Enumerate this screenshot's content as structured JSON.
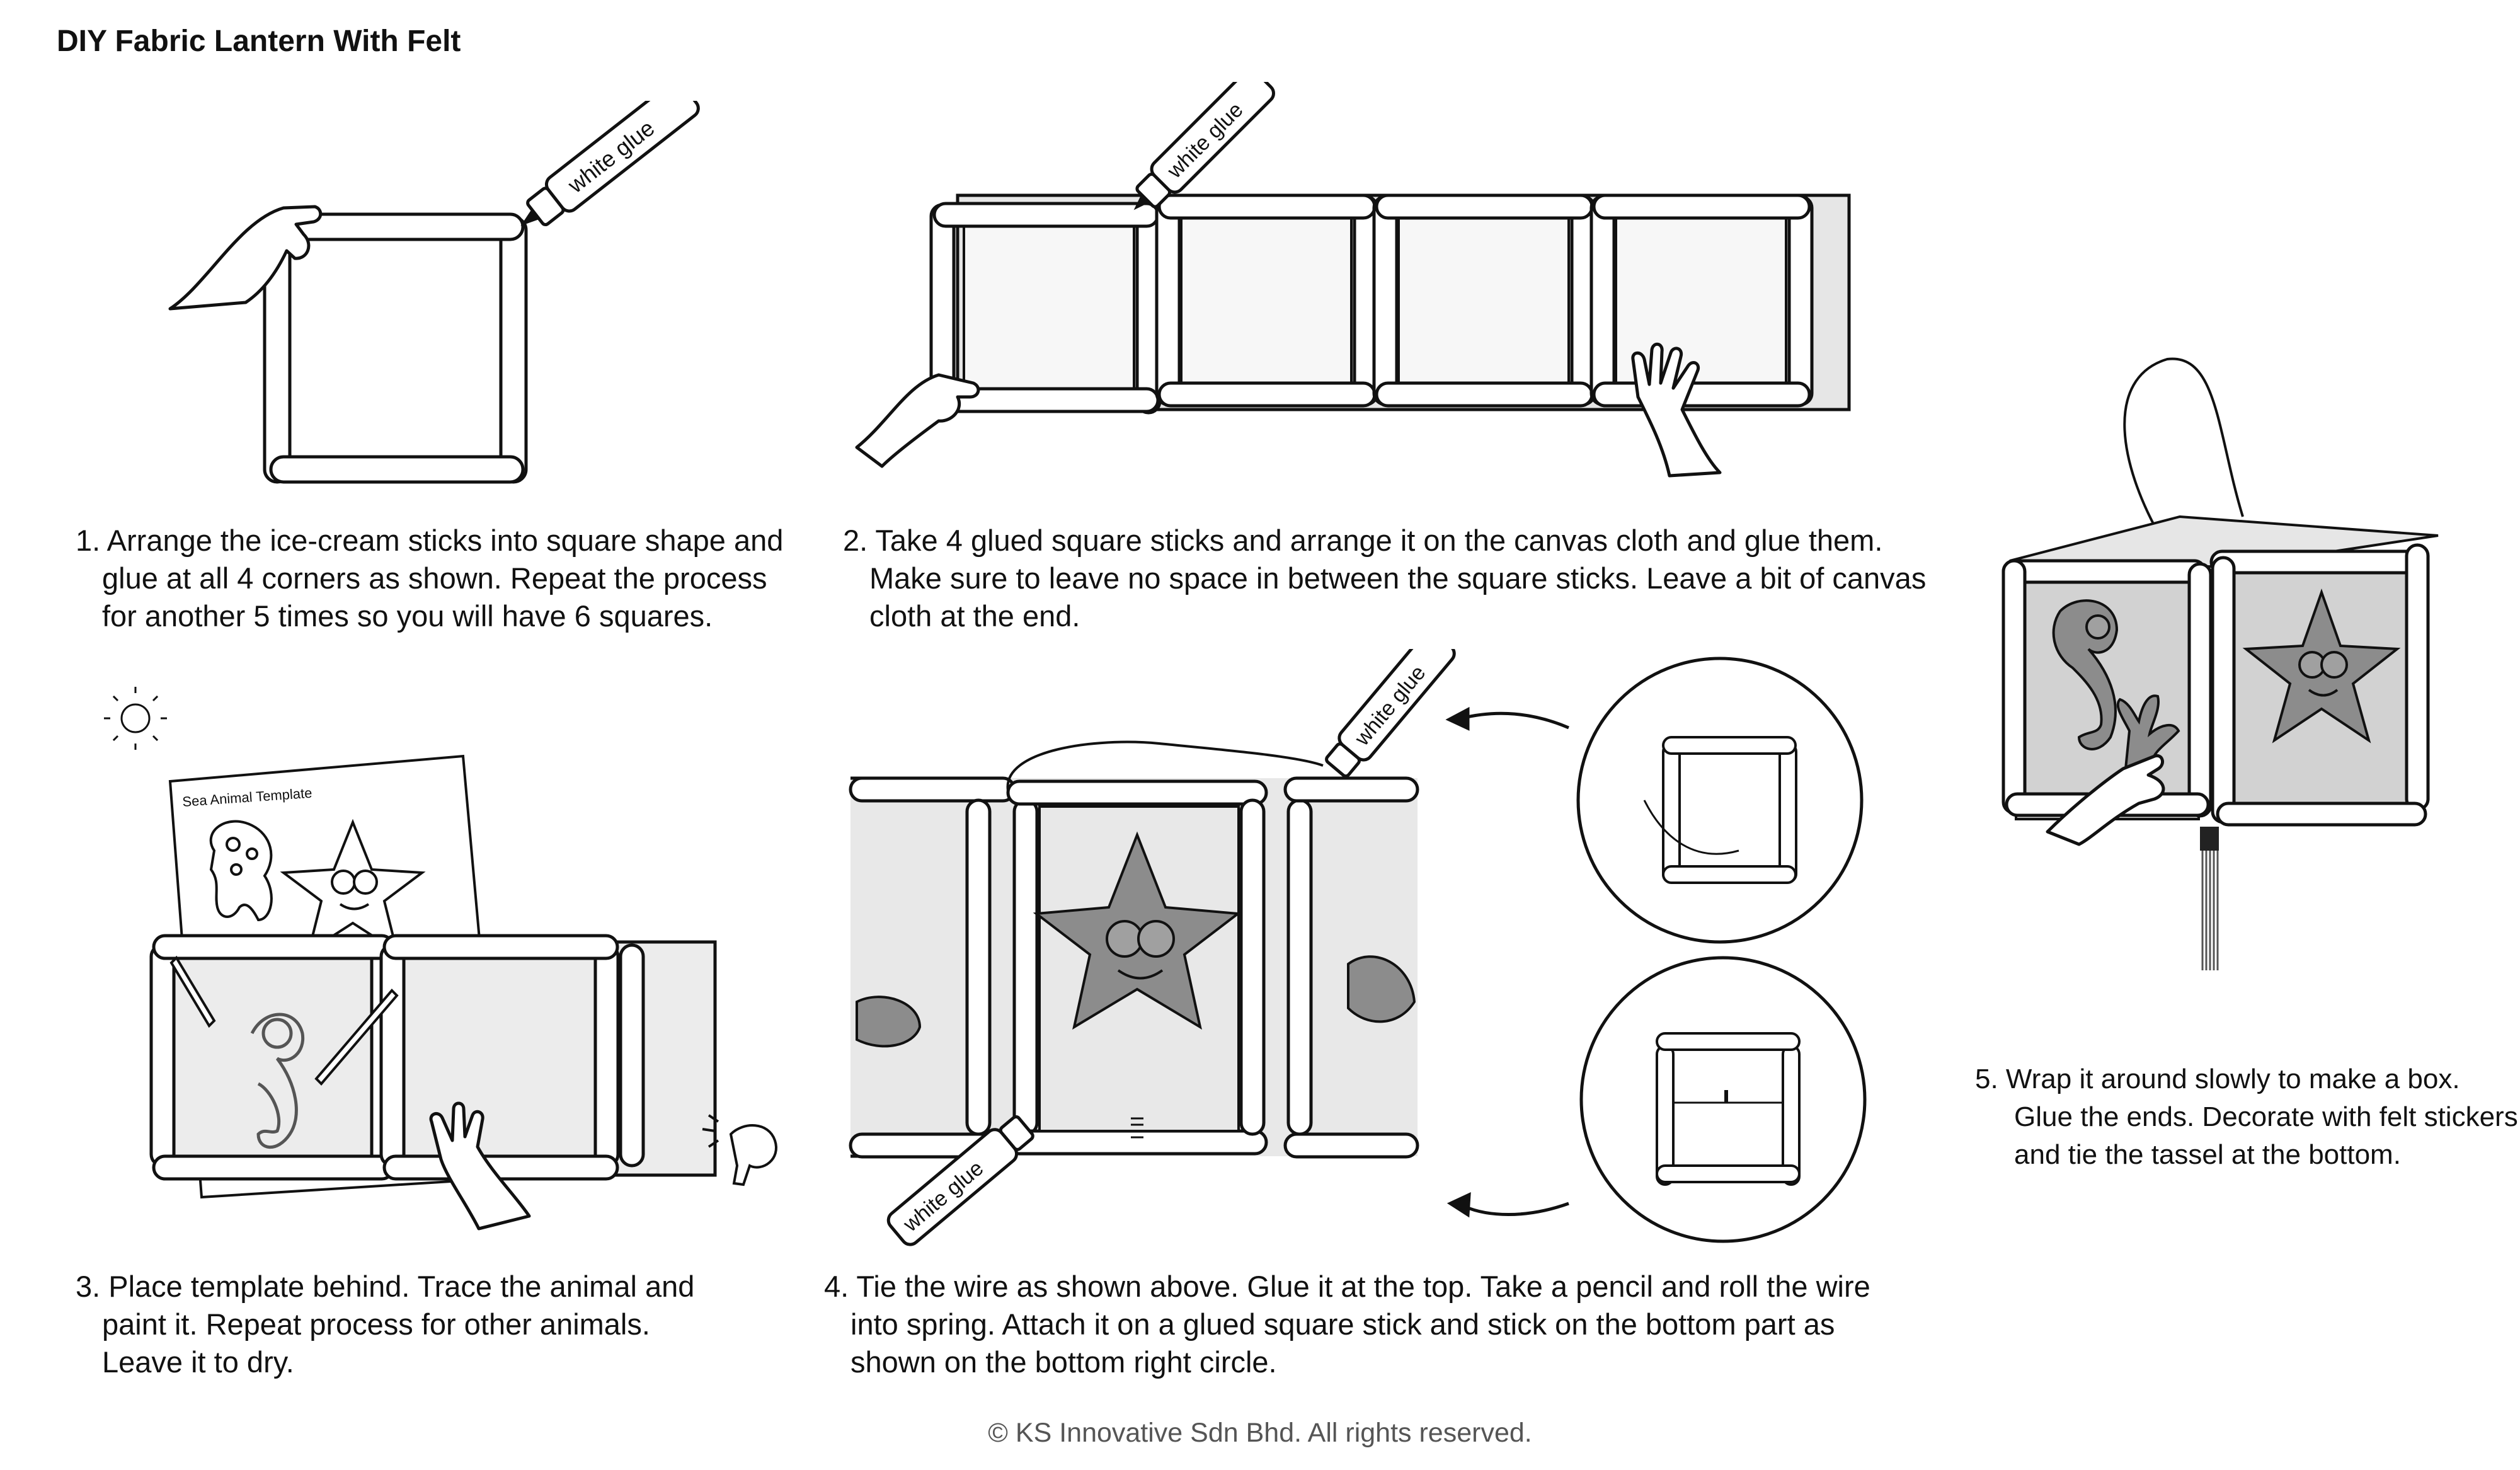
{
  "title": "DIY Fabric Lantern With Felt",
  "labels": {
    "glue": "white glue",
    "template": "Sea Animal Template"
  },
  "steps": [
    {
      "lines": [
        "1. Arrange the ice-cream sticks into square shape and",
        "glue at all 4 corners as shown. Repeat the process",
        "for another 5 times so you will have 6 squares."
      ]
    },
    {
      "lines": [
        "2. Take 4 glued square sticks and arrange it on the canvas cloth and glue them.",
        "Make sure to leave no space in between the square sticks. Leave a bit of canvas",
        "cloth at the end."
      ]
    },
    {
      "lines": [
        "3. Place template behind. Trace the animal and",
        "paint it. Repeat process for other animals.",
        "Leave it to dry."
      ]
    },
    {
      "lines": [
        "4. Tie the wire as shown above. Glue it at the top. Take a pencil and roll the wire",
        "into spring. Attach it on a glued square stick and stick on the bottom part as",
        "shown on the bottom right circle."
      ]
    },
    {
      "lines": [
        "5.  Wrap it around slowly to make a box.",
        "Glue the ends. Decorate with felt stickers",
        "and tie the tassel at the bottom."
      ]
    }
  ],
  "footer": "© KS Innovative Sdn Bhd.  All rights reserved.",
  "colors": {
    "fabric": "#e6e6e6",
    "felt": "#8c8c8c",
    "outline": "#111111"
  }
}
